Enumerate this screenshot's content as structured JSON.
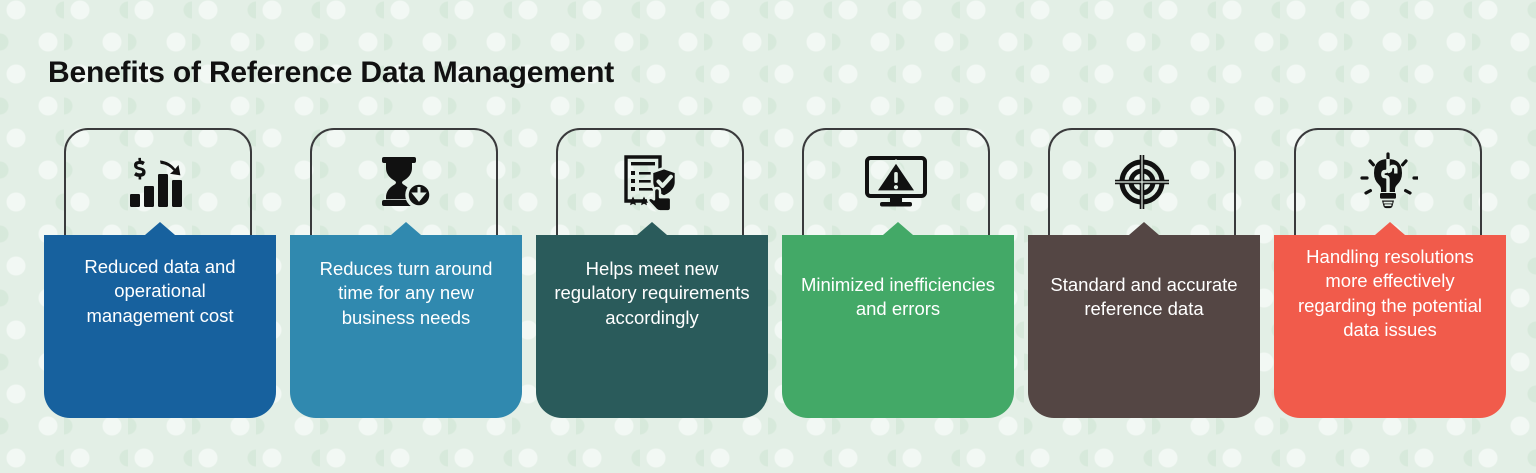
{
  "page": {
    "title": "Benefits of Reference Data Management",
    "background_color": "#e3efe6",
    "outline_color": "#3a3a3c",
    "text_color": "#ffffff"
  },
  "cards": [
    {
      "text": "Reduced data and operational management cost",
      "color": "#17619e",
      "icon": "bar-chart-dollar-down-arrow-icon"
    },
    {
      "text": "Reduces turn around time for any new business needs",
      "color": "#3089af",
      "icon": "hourglass-down-arrow-icon"
    },
    {
      "text": "Helps meet new regulatory requirements accordingly",
      "color": "#2a5b5b",
      "icon": "checklist-shield-hand-icon"
    },
    {
      "text": "Minimized inefficiencies and errors",
      "color": "#43a967",
      "icon": "monitor-warning-icon"
    },
    {
      "text": "Standard and accurate reference data",
      "color": "#544644",
      "icon": "target-crosshair-icon"
    },
    {
      "text": "Handling resolutions more effectively regarding the potential data issues",
      "color": "#f15b4b",
      "icon": "puzzle-lightbulb-icon"
    }
  ]
}
